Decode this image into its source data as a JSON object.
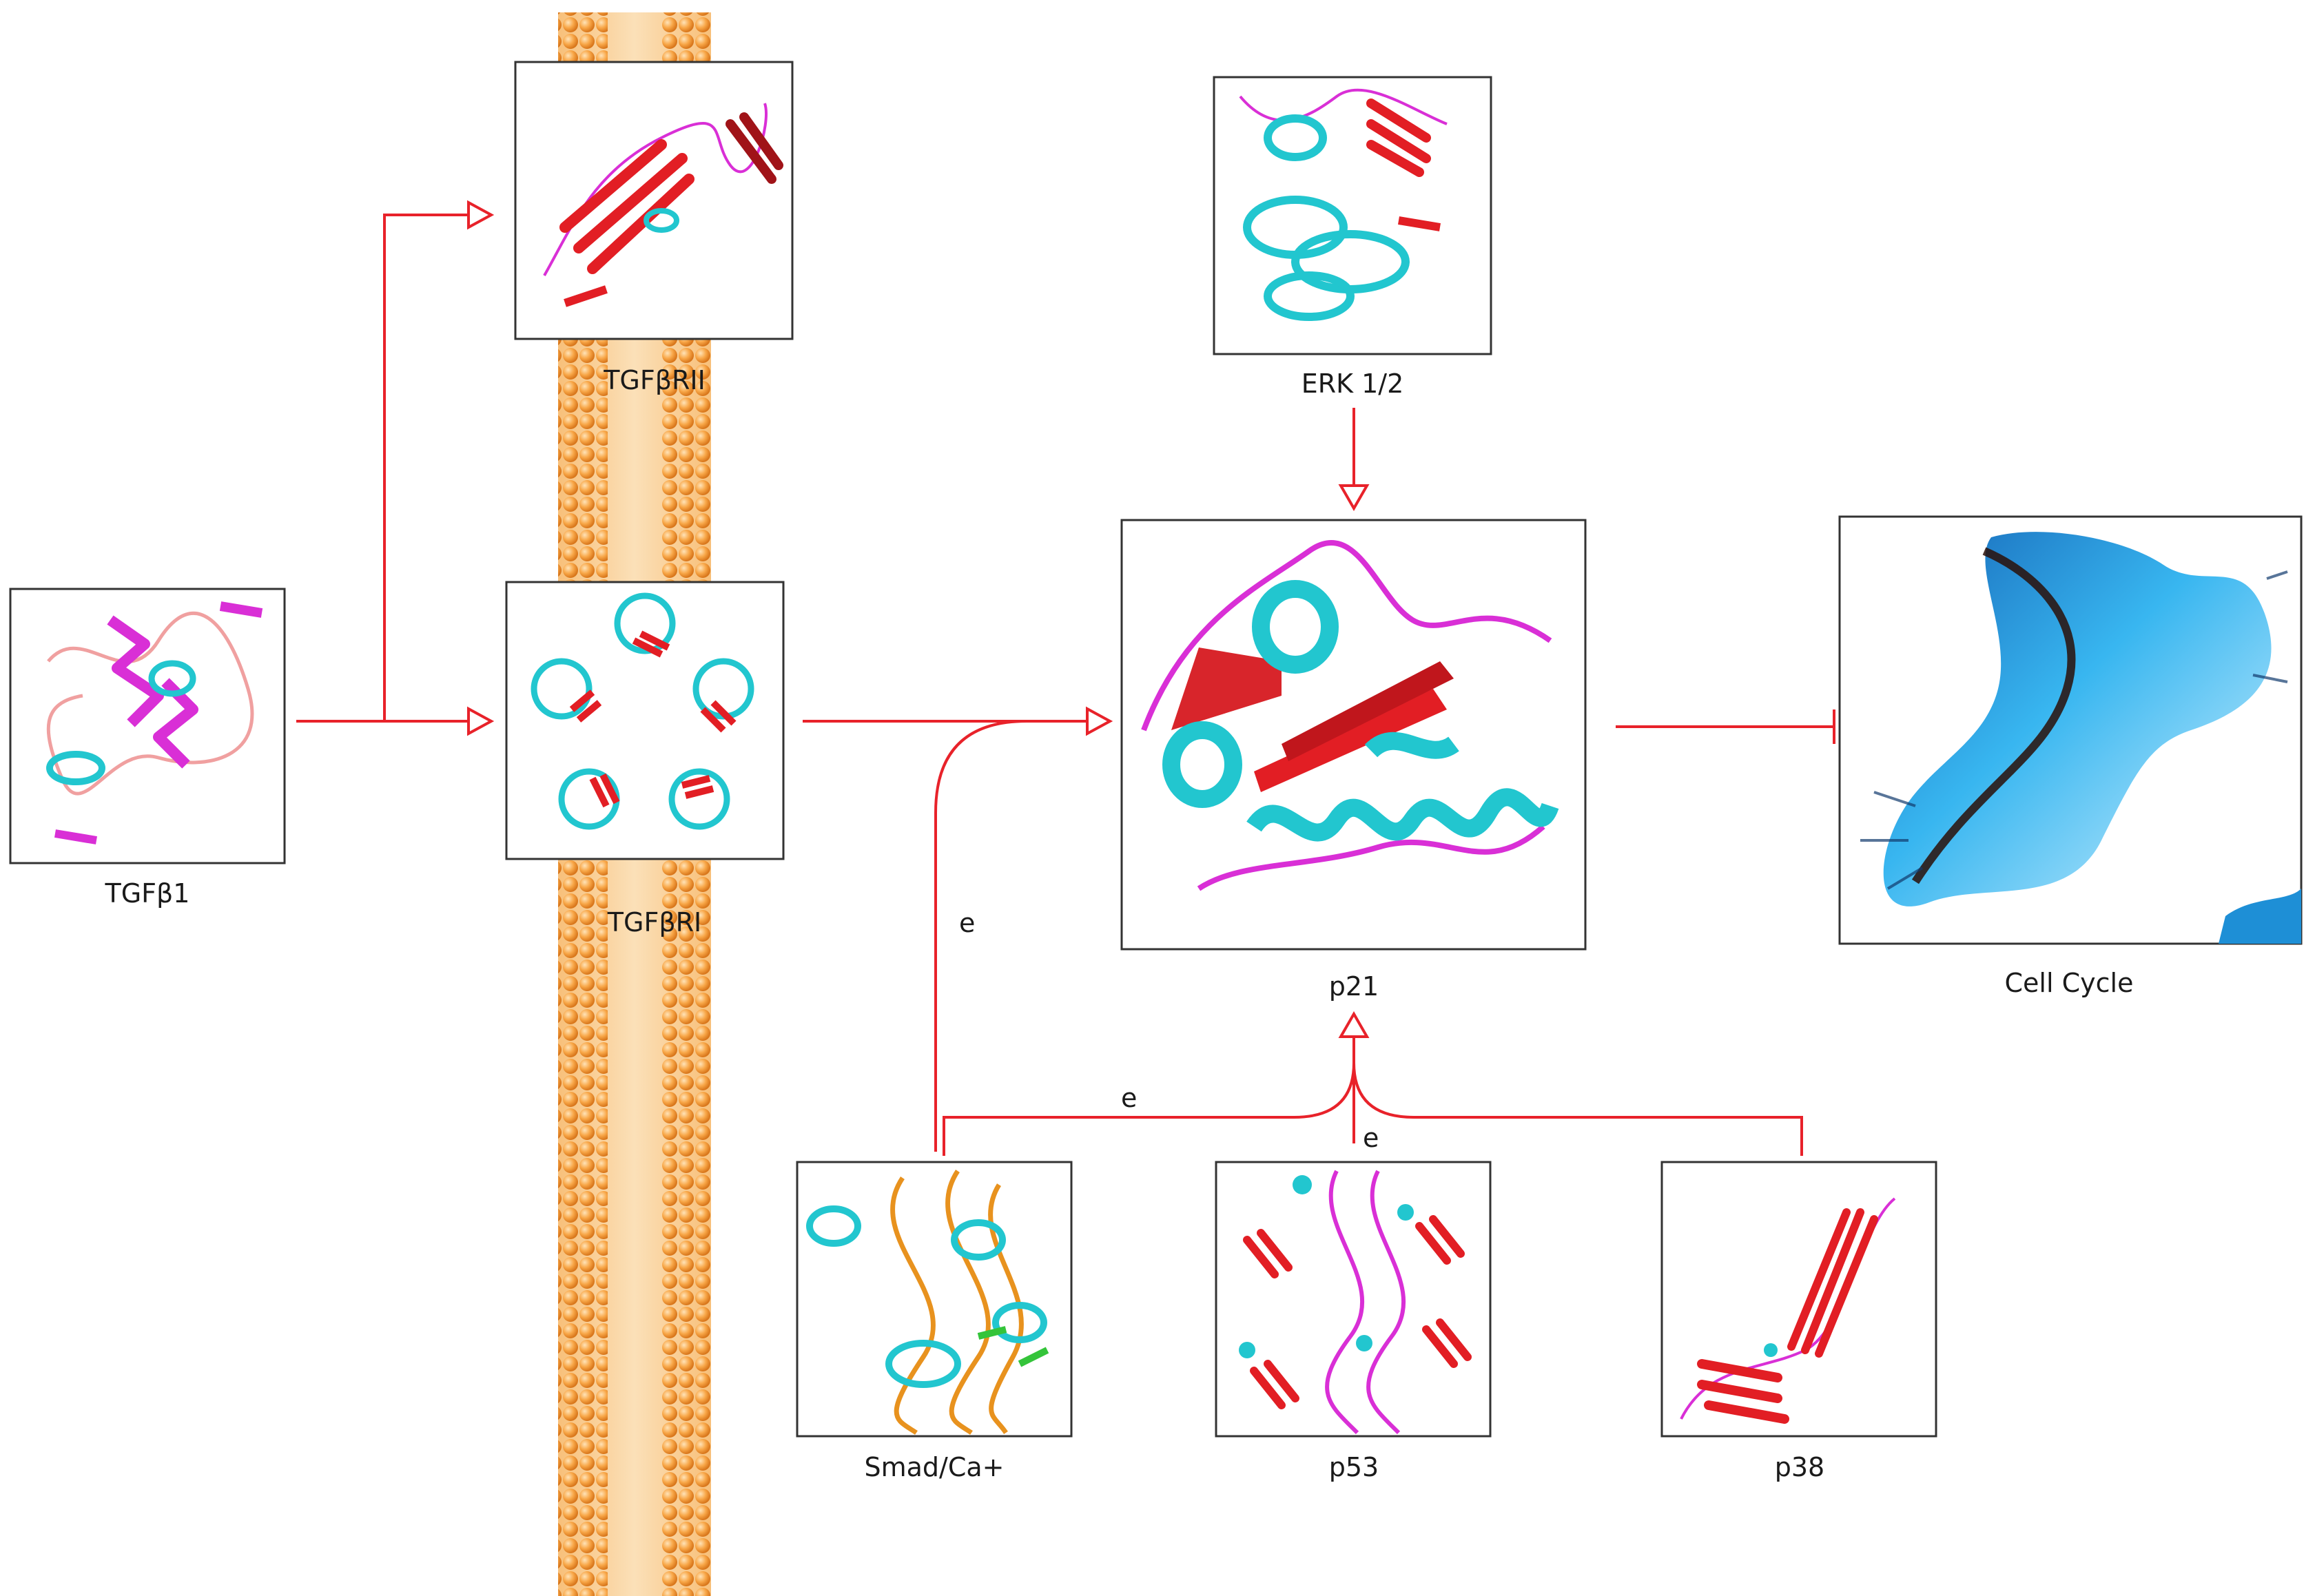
{
  "colors": {
    "edge": "#e8222a",
    "helix": "#22d3dc",
    "sheet": "#e21e24",
    "coil": "#e03ad8",
    "membrane": "#f59a2e",
    "cell": "#2ea8e6"
  },
  "nodes": {
    "tgfb1": {
      "label": "TGFβ1",
      "icon": "protein-structure-icon"
    },
    "tgfbr2": {
      "label": "TGFβRII",
      "icon": "protein-structure-icon"
    },
    "tgfbr1": {
      "label": "TGFβRI",
      "icon": "protein-structure-icon"
    },
    "erk": {
      "label": "ERK 1/2",
      "icon": "protein-structure-icon"
    },
    "p21": {
      "label": "p21",
      "icon": "protein-structure-icon"
    },
    "cellcycle": {
      "label": "Cell Cycle",
      "icon": "cell-image-icon"
    },
    "smad": {
      "label": "Smad/Ca+",
      "icon": "protein-dna-complex-icon"
    },
    "p53": {
      "label": "p53",
      "icon": "protein-dna-complex-icon"
    },
    "p38": {
      "label": "p38",
      "icon": "protein-structure-icon"
    }
  },
  "edges": {
    "smad_to_p21": {
      "label": "e",
      "type": "activation"
    },
    "smad_to_hub": {
      "label": "e",
      "type": "activation"
    },
    "p53_to_hub": {
      "label": "e",
      "type": "activation"
    },
    "p21_cellcycle": {
      "type": "inhibition"
    }
  },
  "membrane": {
    "icon": "lipid-bilayer-icon"
  }
}
